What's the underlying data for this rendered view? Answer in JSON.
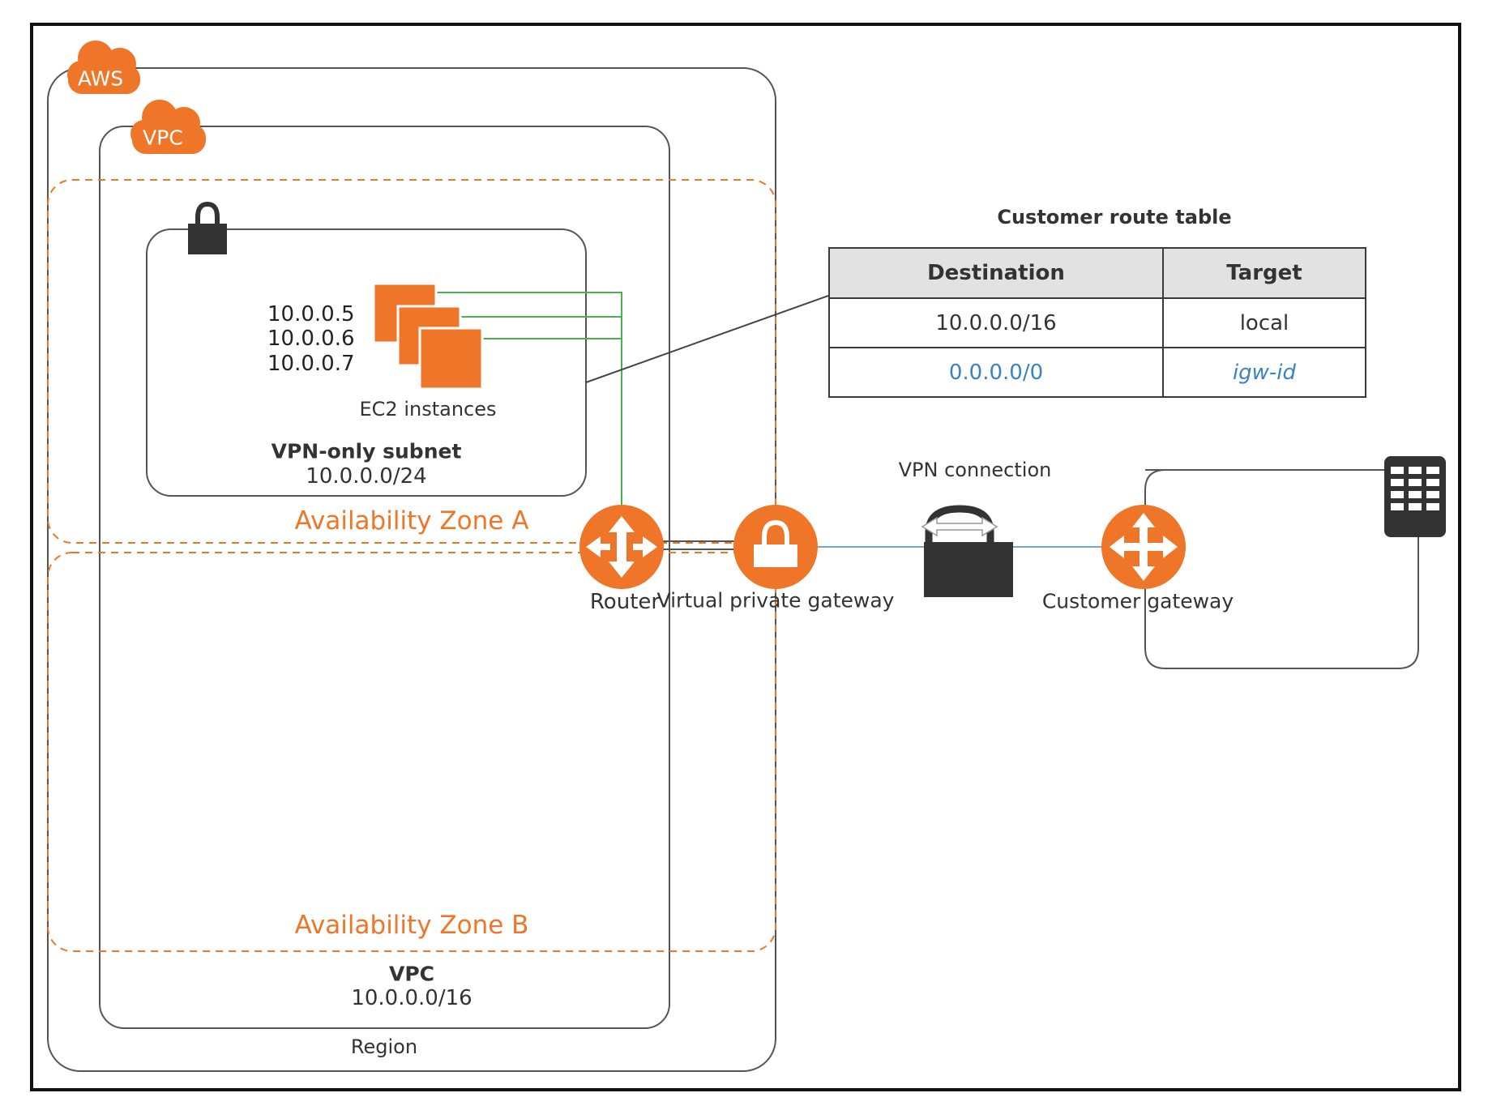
{
  "clouds": {
    "aws": "AWS",
    "vpc": "VPC"
  },
  "subnet": {
    "ips": [
      "10.0.0.5",
      "10.0.0.6",
      "10.0.0.7"
    ],
    "instances_label": "EC2 instances",
    "name": "VPN-only subnet",
    "cidr": "10.0.0.0/24"
  },
  "zones": {
    "a": "Availability Zone A",
    "b": "Availability Zone B"
  },
  "vpc": {
    "title": "VPC",
    "cidr": "10.0.0.0/16"
  },
  "region": "Region",
  "gateways": {
    "router": "Router",
    "virtual_private_gateway": "Virtual private gateway",
    "vpn_connection": "VPN connection",
    "customer_gateway": "Customer gateway"
  },
  "route_table": {
    "title": "Customer route table",
    "headers": [
      "Destination",
      "Target"
    ],
    "rows": [
      [
        "10.0.0.0/16",
        "local"
      ],
      [
        "0.0.0.0/0",
        "igw-id"
      ]
    ]
  },
  "colors": {
    "accent_orange": "#ef7628",
    "link_blue": "#3a82c4",
    "connector_green": "#4caf50",
    "dark": "#333333"
  },
  "icons": [
    "aws-cloud-icon",
    "vpc-cloud-icon",
    "padlock-icon",
    "ec2-instance-icon",
    "router-icon",
    "vpn-gateway-icon",
    "vpn-lock-icon",
    "customer-gateway-icon",
    "corporate-building-icon"
  ]
}
